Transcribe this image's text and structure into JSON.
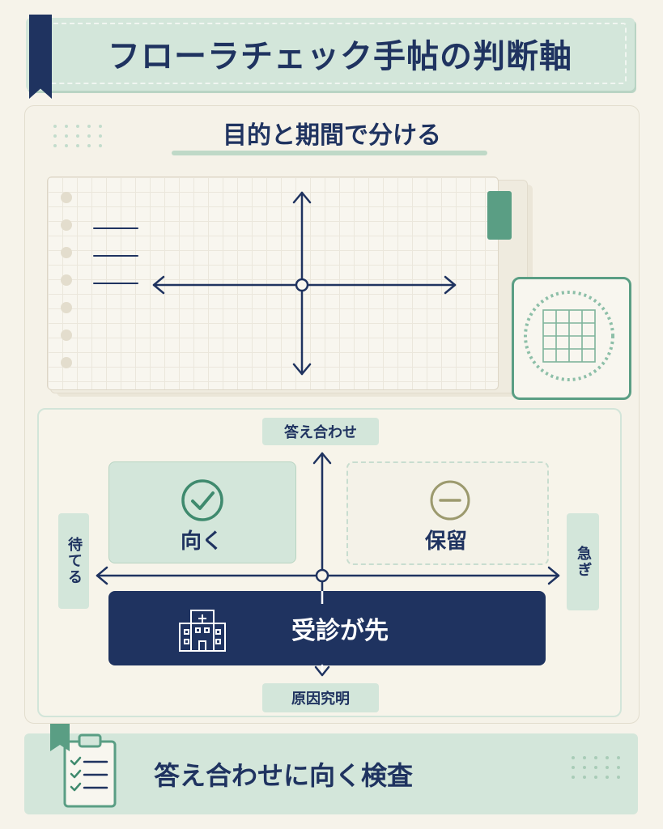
{
  "header": {
    "title": "フローラチェック手帖の判断軸"
  },
  "section": {
    "subtitle": "目的と期間で分ける"
  },
  "quadrant": {
    "axis_top": "答え合わせ",
    "axis_bottom": "原因究明",
    "axis_left": "待てる",
    "axis_right": "急ぎ",
    "good_label": "向く",
    "hold_label": "保留",
    "first_label": "受診が先"
  },
  "footer": {
    "text": "答え合わせに向く検査"
  },
  "colors": {
    "navy": "#1f3360",
    "mint": "#d3e6da",
    "green": "#5a9e84",
    "cream": "#f6f3ea",
    "olive": "#9c9a6e"
  },
  "icons": [
    "bookmark-icon",
    "dot-grid-icon",
    "cross-arrows-icon",
    "culture-plate-icon",
    "check-circle-icon",
    "minus-circle-icon",
    "hospital-icon",
    "clipboard-checklist-icon"
  ]
}
